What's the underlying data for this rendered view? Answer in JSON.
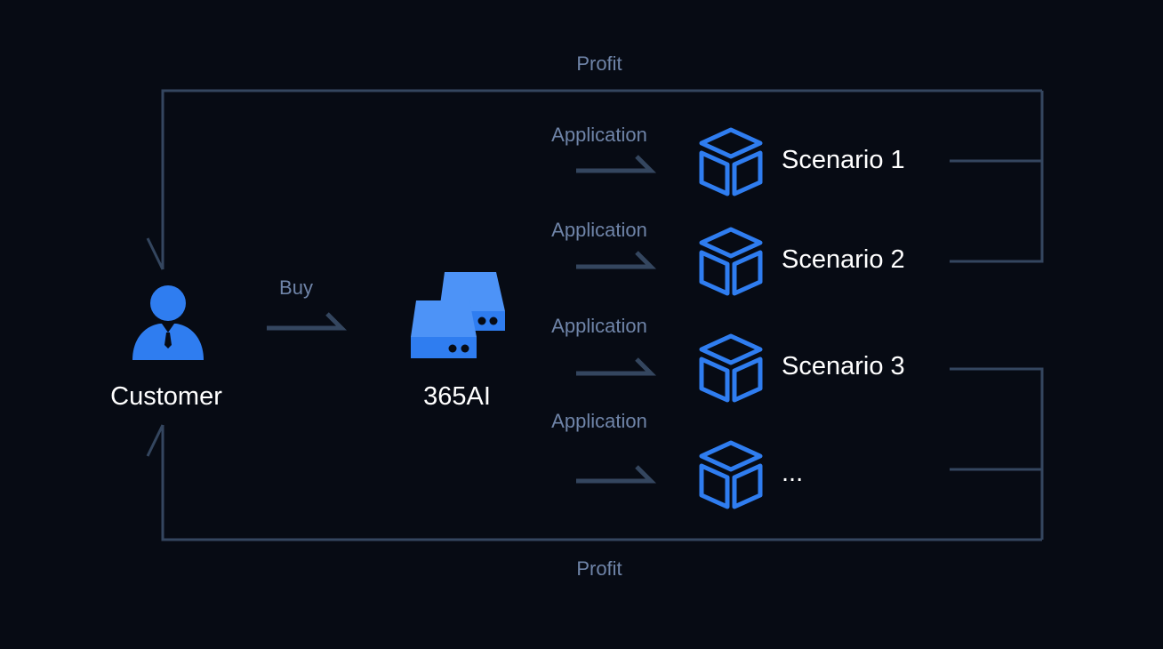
{
  "colors": {
    "background": "#070b14",
    "line": "#34465f",
    "accent_blue": "#2f7df0",
    "accent_blue_light": "#4d93f7",
    "muted_text": "#6f84a8",
    "text": "#ffffff"
  },
  "diagram": {
    "profit_top": "Profit",
    "profit_bottom": "Profit",
    "customer": {
      "label": "Customer",
      "icon": "person-icon"
    },
    "buy_label": "Buy",
    "product": {
      "label": "365AI",
      "icon": "server-icon"
    },
    "application_label": "Application",
    "scenarios": [
      {
        "label": "Scenario 1",
        "app_label": "Application",
        "icon": "cube-icon"
      },
      {
        "label": "Scenario 2",
        "app_label": "Application",
        "icon": "cube-icon"
      },
      {
        "label": "Scenario 3",
        "app_label": "Application",
        "icon": "cube-icon"
      },
      {
        "label": "...",
        "app_label": "Application",
        "icon": "cube-icon"
      }
    ]
  }
}
